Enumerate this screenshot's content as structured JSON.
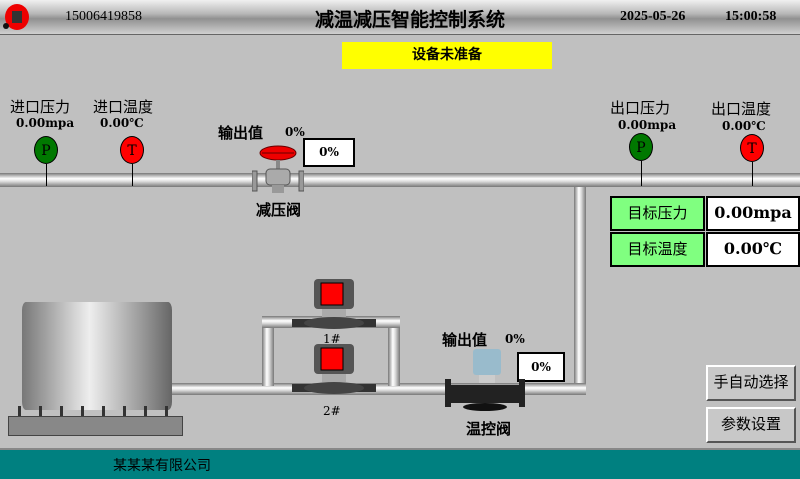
{
  "header": {
    "phone": "15006419858",
    "title": "减温减压智能控制系统",
    "date": "2025-05-26",
    "time": "15:00:58"
  },
  "status": "设备未准备",
  "inlet": {
    "pressure_label": "进口压力",
    "pressure_value": "0.00mpa",
    "temp_label": "进口温度",
    "temp_value": "0.00℃"
  },
  "outlet": {
    "pressure_label": "出口压力",
    "pressure_value": "0.00mpa",
    "temp_label": "出口温度",
    "temp_value": "0.00℃"
  },
  "gauges": {
    "p": "P",
    "t": "T"
  },
  "pressure_valve": {
    "output_label": "输出值",
    "output_value": "0%",
    "box_value": "0%",
    "name": "减压阀"
  },
  "temp_valve": {
    "output_label": "输出值",
    "output_value": "0%",
    "box_value": "0%",
    "name": "温控阀"
  },
  "targets": {
    "pressure_label": "目标压力",
    "pressure_value": "0.00mpa",
    "temp_label": "目标温度",
    "temp_value": "0.00℃"
  },
  "pumps": [
    "1#",
    "2#"
  ],
  "buttons": {
    "mode": "手自动选择",
    "params": "参数设置"
  },
  "footer": {
    "company": "某某某有限公司"
  }
}
